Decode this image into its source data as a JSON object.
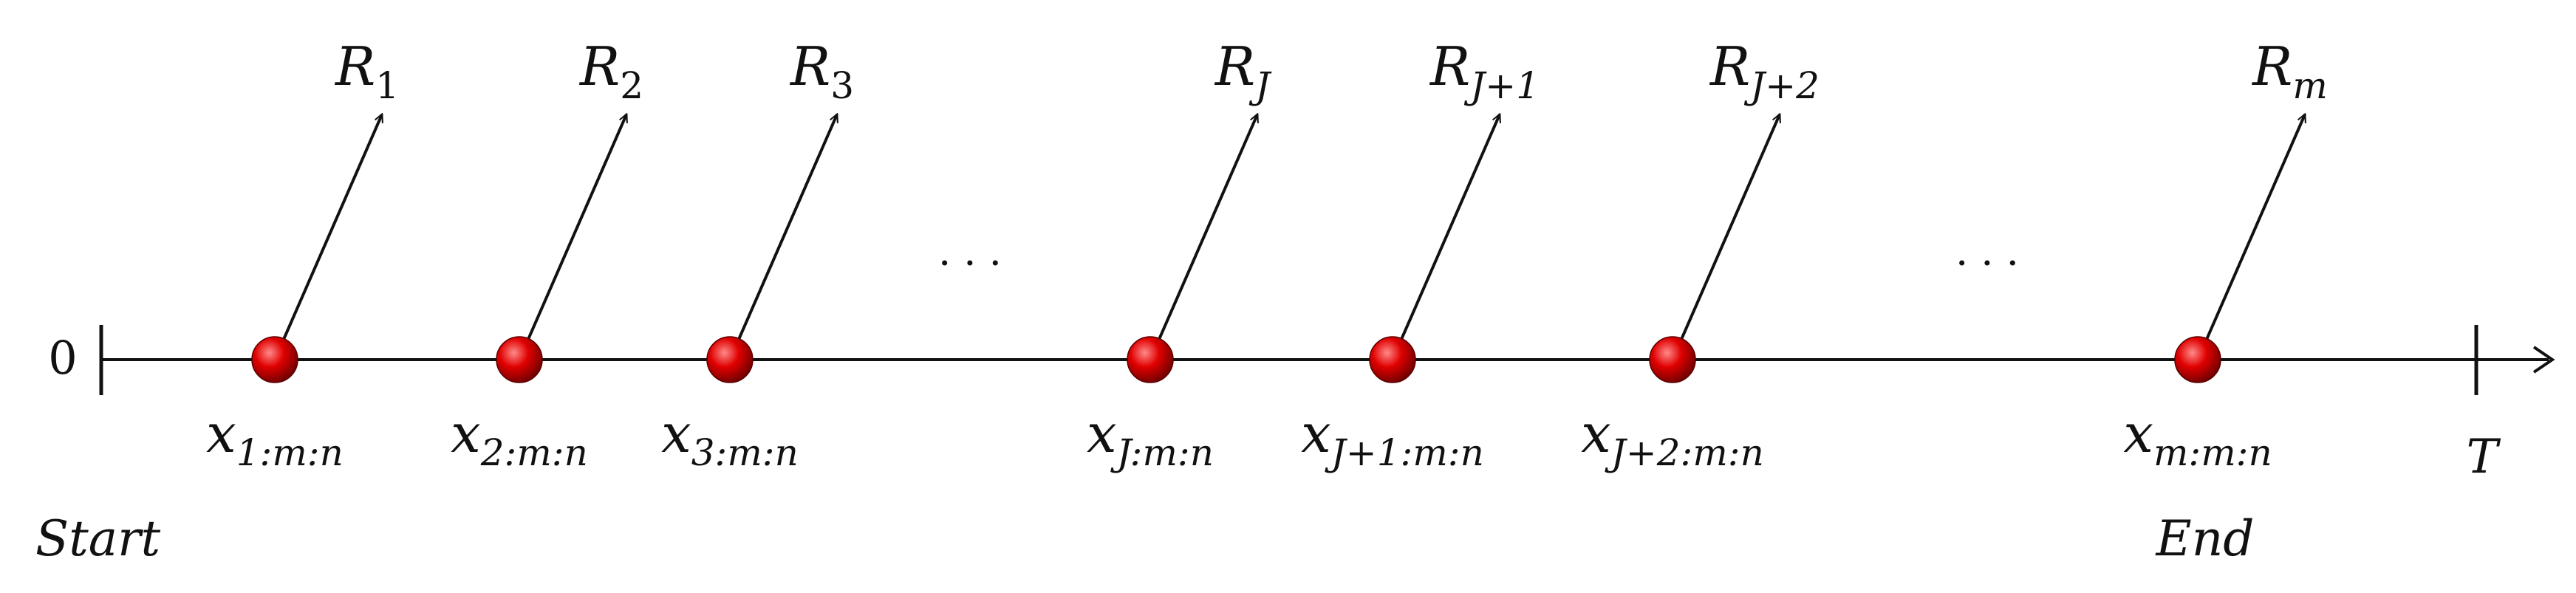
{
  "origin_label": "0",
  "end_label": "T",
  "start_caption": "Start",
  "end_caption": "End",
  "ellipsis": "· · ·",
  "points": [
    {
      "sub": "1:m:n",
      "R_base": "R",
      "R_sub": "1"
    },
    {
      "sub": "2:m:n",
      "R_base": "R",
      "R_sub": "2"
    },
    {
      "sub": "3:m:n",
      "R_base": "R",
      "R_sub": "3"
    },
    {
      "sub": "J:m:n",
      "R_base": "R",
      "R_sub": "J"
    },
    {
      "sub": "J+1:m:n",
      "R_base": "R",
      "R_sub": "J+1"
    },
    {
      "sub": "J+2:m:n",
      "R_base": "R",
      "R_sub": "J+2"
    },
    {
      "sub": "m:m:n",
      "R_base": "R",
      "R_sub": "m"
    }
  ],
  "x_base": "x",
  "colors": {
    "line": "#111111",
    "ball_highlight": "#ff8a8a",
    "ball_mid": "#e00000",
    "ball_dark": "#6a0000"
  }
}
